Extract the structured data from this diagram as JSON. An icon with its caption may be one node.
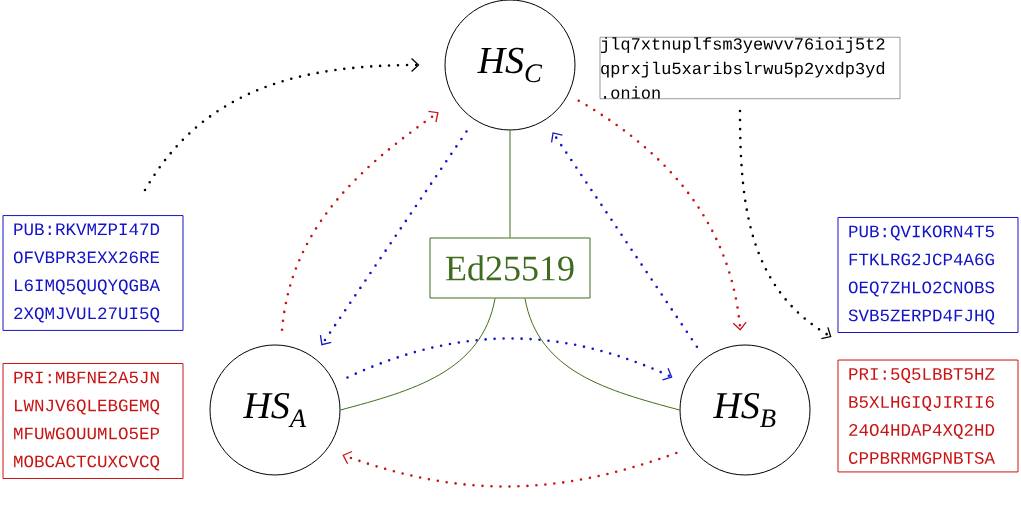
{
  "diagram": {
    "nodes": [
      {
        "text": [
          "HS$_{C}$"
        ]
      },
      {
        "text": [
          "jlq7xtnuplfsm3yewvv76ioij5t2 qprxjlu5xaribslrwu5p2yxdp3yd .onion"
        ]
      },
      {
        "text": [
          "PUB:RKVMZPI47D OFVBPR3EXX26RE L6IMQ5QUQYQGBA 2XQMJVUL27UI5Q"
        ]
      },
      {
        "text": [
          "Ed25519"
        ]
      },
      {
        "text": [
          "PUB:QVIKORN4T5 FTKLRG2JCP4A6G OEQ7ZHLO2CNOBS SVB5ZERPD4FJHQ"
        ]
      },
      {
        "text": [
          "PRI:MBFNE2A5JN LWNJV6QLEBGEMQ MFUWGOUUMLO5EP MOBCACTCUXCVCQ"
        ]
      },
      {
        "text": [
          "HS$_{A}$"
        ]
      },
      {
        "text": [
          "HS$_{B}$"
        ]
      },
      {
        "text": [
          "PRI:5Q5LBBT5HZ B5XLHGIQJIRII6 24O4HDAP4XQ2HD CPPBRRMGPNBTSA"
        ]
      }
    ],
    "edges": [
      {
        "from": 2,
        "to": 0,
        "arrow": "to",
        "style": "dashed",
        "color": "#000000"
      },
      {
        "from": 1,
        "to": 4,
        "arrow": "to",
        "style": "dashed",
        "color": "#000000"
      },
      {
        "from": 6,
        "to": 0,
        "arrow": "to",
        "style": "dashed",
        "color": "#c81414"
      },
      {
        "from": 0,
        "to": 6,
        "arrow": "to",
        "style": "dashed",
        "color": "#1414c8"
      },
      {
        "from": 0,
        "to": 7,
        "arrow": "to",
        "style": "dashed",
        "color": "#c81414"
      },
      {
        "from": 7,
        "to": 0,
        "arrow": "to",
        "style": "dashed",
        "color": "#1414c8"
      },
      {
        "from": 6,
        "to": 7,
        "arrow": "to",
        "style": "dashed",
        "color": "#1414c8"
      },
      {
        "from": 7,
        "to": 6,
        "arrow": "to",
        "style": "dashed",
        "color": "#c81414"
      },
      {
        "from": 3,
        "to": 0,
        "arrow": "none",
        "color": "#3f6b1e"
      },
      {
        "from": 3,
        "to": 6,
        "arrow": "none",
        "color": "#3f6b1e"
      },
      {
        "from": 3,
        "to": 7,
        "arrow": "none",
        "color": "#3f6b1e"
      }
    ]
  }
}
